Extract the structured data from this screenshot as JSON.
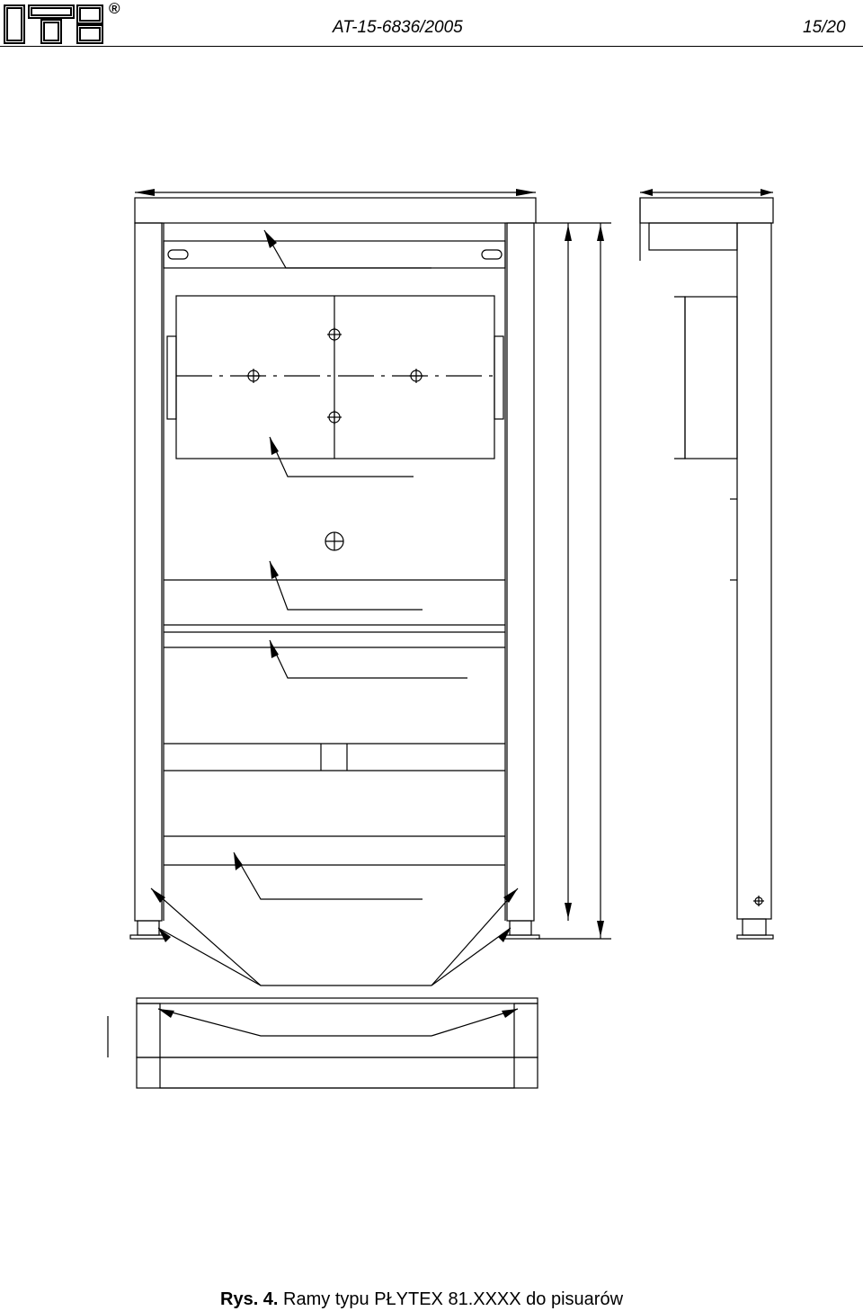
{
  "header": {
    "logo_text": "ITB",
    "registered_mark": "®",
    "document_number": "AT-15-6836/2005",
    "page_number": "15/20"
  },
  "figure": {
    "caption_prefix": "Rys. 4.",
    "caption_text": "Ramy typu PŁYTEX 81.XXXX do pisuarów"
  },
  "icons": {
    "logo": "itb-logo-icon",
    "crosshair": "crosshair-icon",
    "arrow": "leader-arrow-icon"
  },
  "colors": {
    "ink": "#000000",
    "paper": "#ffffff"
  }
}
